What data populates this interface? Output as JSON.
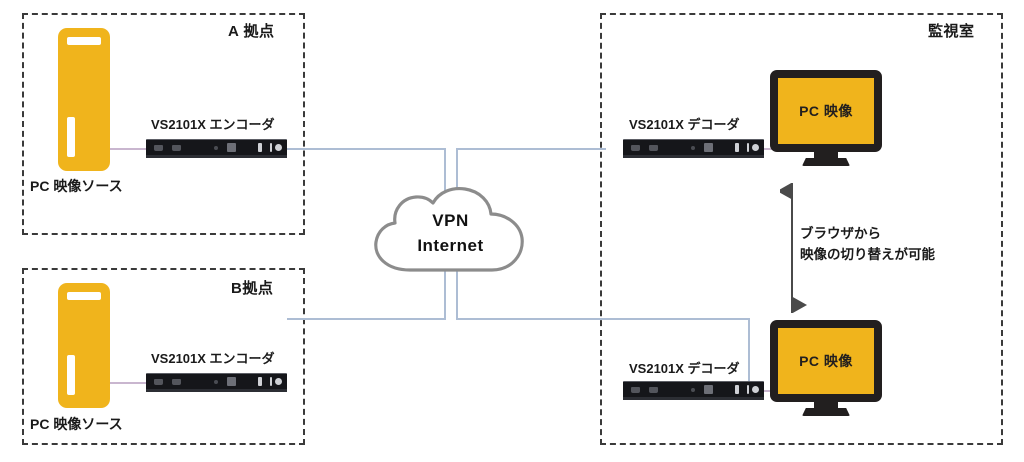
{
  "diagram": {
    "title": "VS2101X PC video over VPN network diagram",
    "colors": {
      "device_orange": "#F0B41C",
      "device_black": "#221F1F",
      "link_blue": "#ADBDD4",
      "pc_link": "#C9B6CF",
      "site_border": "#3A3A3A",
      "cloud_stroke": "#8C8C8C"
    }
  },
  "sites": {
    "site_a": {
      "label": "A 拠点",
      "tower_caption": "PC 映像ソース",
      "device_label": "VS2101X エンコーダ"
    },
    "site_b": {
      "label": "B拠点",
      "tower_caption": "PC 映像ソース",
      "device_label": "VS2101X エンコーダ"
    },
    "monitor_room": {
      "label": "監視室",
      "device_label_top": "VS2101X デコーダ",
      "device_label_bottom": "VS2101X デコーダ",
      "screen_text_top": "PC 映像",
      "screen_text_bottom": "PC 映像"
    }
  },
  "cloud": {
    "line1": "VPN",
    "line2": "Internet"
  },
  "annotation": {
    "line1": "ブラウザから",
    "line2": "映像の切り替えが可能"
  }
}
